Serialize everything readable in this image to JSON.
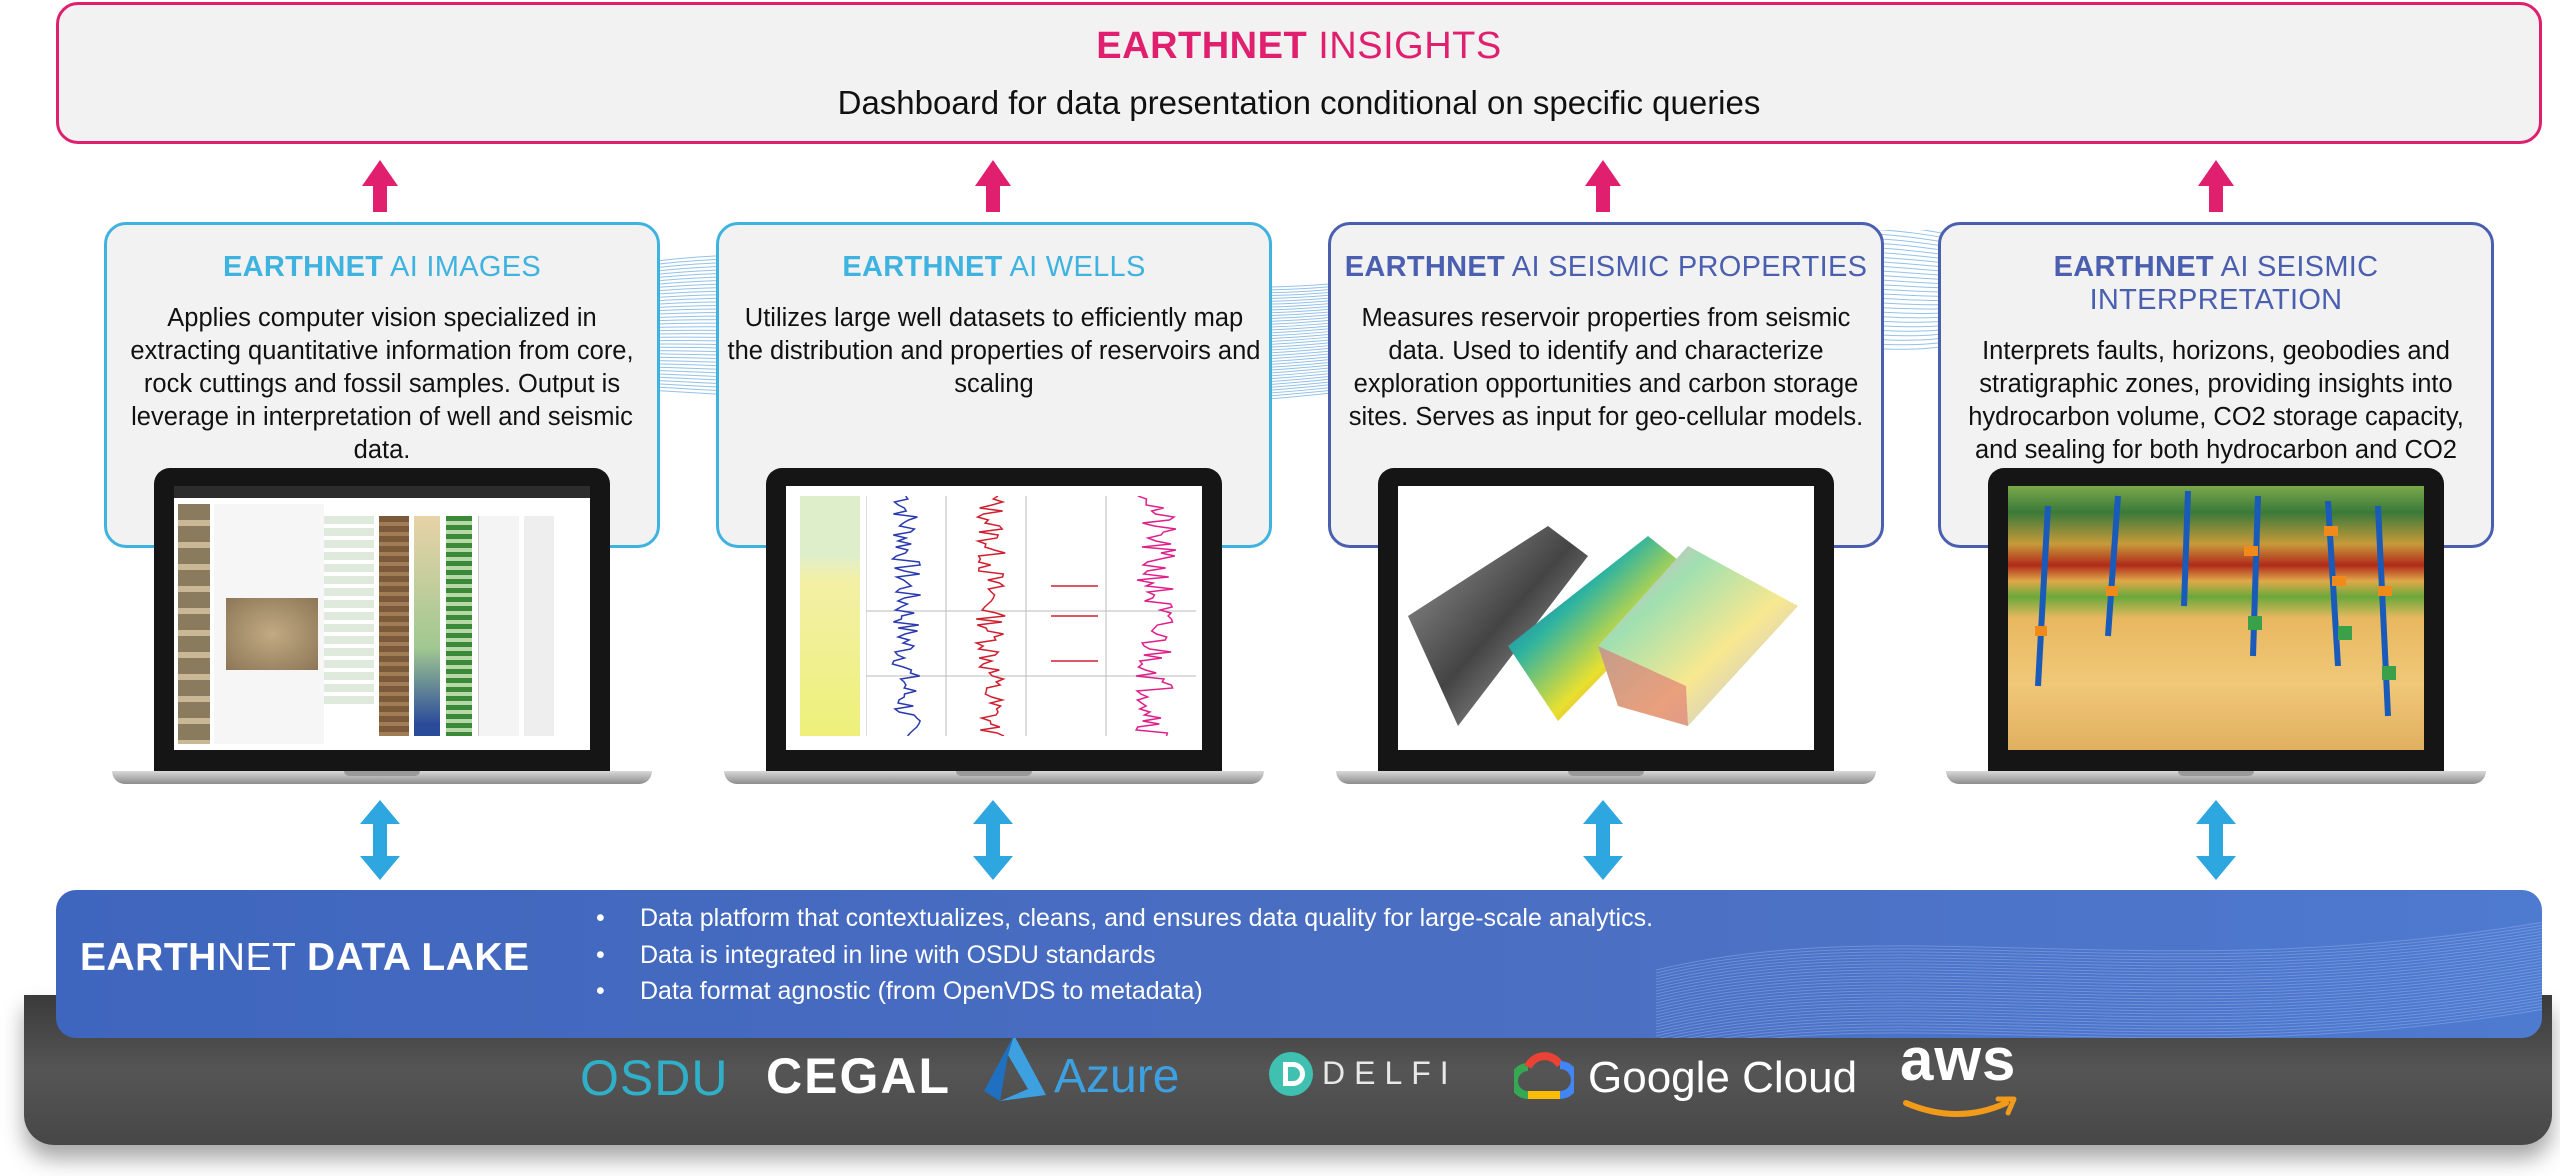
{
  "insights": {
    "brand": "EARTHNET",
    "name": "INSIGHTS",
    "subtitle": "Dashboard for data presentation conditional on specific queries"
  },
  "cards": [
    {
      "brand": "EARTHNET",
      "name": "AI IMAGES",
      "desc": "Applies computer vision specialized in extracting quantitative information from core, rock cuttings and fossil samples. Output is leverage in interpretation of well and seismic data."
    },
    {
      "brand": "EARTHNET",
      "name": "AI WELLS",
      "desc": "Utilizes large well datasets to efficiently map the distribution and properties of reservoirs and scaling"
    },
    {
      "brand": "EARTHNET",
      "name": "AI SEISMIC PROPERTIES",
      "desc": "Measures reservoir properties from seismic data. Used to identify and characterize exploration opportunities and carbon storage sites. Serves as input for geo-cellular models."
    },
    {
      "brand": "EARTHNET",
      "name": "AI SEISMIC INTERPRETATION",
      "desc": "Interprets faults, horizons, geobodies and stratigraphic zones, providing insights into hydrocarbon volume, CO2 storage capacity, and sealing for both hydrocarbon and CO2 sites."
    }
  ],
  "lake": {
    "brand": "EARTH",
    "net": "NET",
    "name": "DATA LAKE",
    "bullets": [
      "Data platform that contextualizes, cleans, and ensures data quality for large-scale analytics.",
      "Data is integrated in line with OSDU standards",
      "Data format agnostic (from OpenVDS to metadata)"
    ]
  },
  "logos": {
    "osdu": "OSDU",
    "cegal": "CEGAL",
    "azure": "Azure",
    "delfi": "DELFI",
    "google": "Google Cloud",
    "aws": "aws"
  },
  "colors": {
    "magenta": "#e0206e",
    "cyan": "#3fb3e0",
    "purple": "#4a5fb0",
    "lake": "#4b6fc2"
  }
}
